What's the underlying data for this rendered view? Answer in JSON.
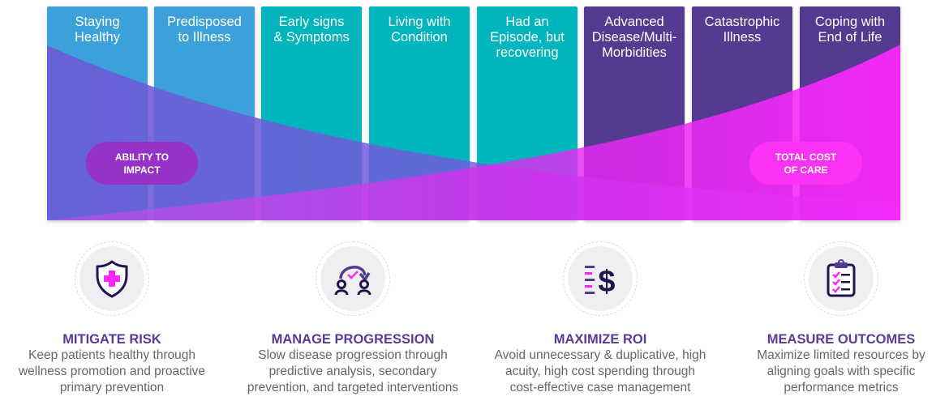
{
  "stages": [
    {
      "label": "Staying\nHealthy",
      "color": "#3ca0da"
    },
    {
      "label": "Predisposed\nto Illness",
      "color": "#3ca0da"
    },
    {
      "label": "Early signs\n& Symptoms",
      "color": "#00b5bd"
    },
    {
      "label": "Living with\nCondition",
      "color": "#00b5bd"
    },
    {
      "label": "Had an\nEpisode, but\nrecovering",
      "color": "#00b5bd"
    },
    {
      "label": "Advanced\nDisease/Multi-\nMorbidities",
      "color": "#553a92"
    },
    {
      "label": "Catastrophic\nIllness",
      "color": "#553a92"
    },
    {
      "label": "Coping with\nEnd of Life",
      "color": "#553a92"
    }
  ],
  "curves": {
    "ability_to_impact": {
      "label": "ABILITY TO\nIMPACT",
      "color": "#7060dc"
    },
    "total_cost_of_care": {
      "label": "TOTAL COST\nOF CARE",
      "color": "#ff28ff"
    }
  },
  "features": [
    {
      "icon": "shield-plus-icon",
      "title": "MITIGATE RISK",
      "description": "Keep patients healthy through\nwellness promotion and proactive\nprimary prevention"
    },
    {
      "icon": "patient-transition-icon",
      "title": "MANAGE PROGRESSION",
      "description": "Slow disease progression through\npredictive analysis, secondary\nprevention, and targeted interventions"
    },
    {
      "icon": "dollar-list-icon",
      "title": "MAXIMIZE ROI",
      "description": "Avoid unnecessary & duplicative, high\nacuity, high cost spending through\ncost-effective case management"
    },
    {
      "icon": "clipboard-checklist-icon",
      "title": "MEASURE OUTCOMES",
      "description": "Maximize limited resources by\naligning goals with specific\nperformance metrics"
    }
  ],
  "colors": {
    "accent_purple": "#553a92",
    "magenta": "#ff28ff",
    "title_purple": "#5a3a9a",
    "text_gray": "#666666"
  }
}
